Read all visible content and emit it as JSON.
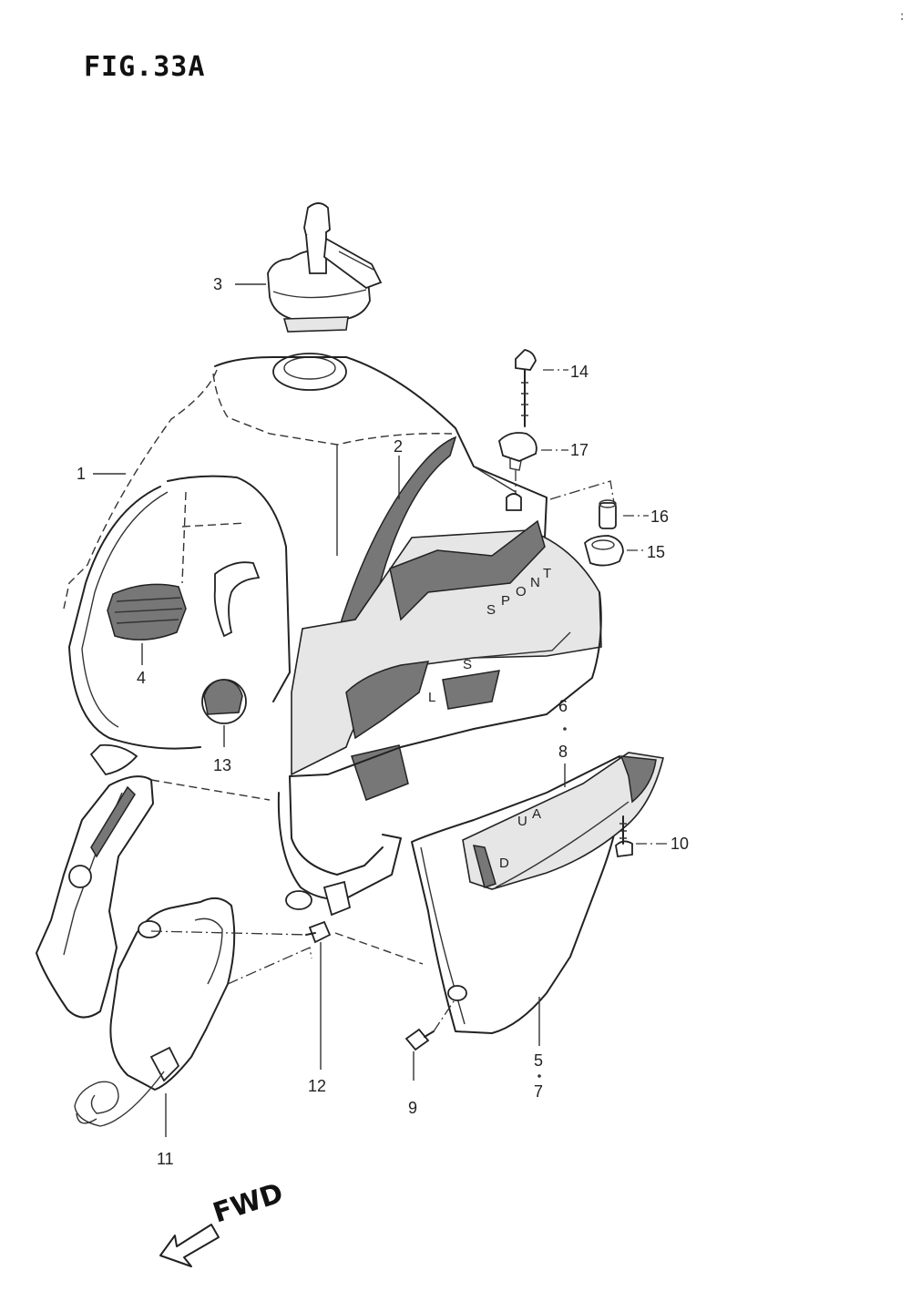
{
  "figure": {
    "title": "FIG.33A",
    "corner_mark": ":"
  },
  "callouts": [
    {
      "id": "1",
      "label": "1"
    },
    {
      "id": "2",
      "label": "2"
    },
    {
      "id": "3",
      "label": "3"
    },
    {
      "id": "4",
      "label": "4"
    },
    {
      "id": "5",
      "label": "5"
    },
    {
      "id": "6",
      "label": "6"
    },
    {
      "id": "7",
      "label": "7"
    },
    {
      "id": "8",
      "label": "8"
    },
    {
      "id": "9",
      "label": "9"
    },
    {
      "id": "10",
      "label": "10"
    },
    {
      "id": "11",
      "label": "11"
    },
    {
      "id": "12",
      "label": "12"
    },
    {
      "id": "13",
      "label": "13"
    },
    {
      "id": "14",
      "label": "14"
    },
    {
      "id": "15",
      "label": "15"
    },
    {
      "id": "16",
      "label": "16"
    },
    {
      "id": "17",
      "label": "17"
    }
  ],
  "decals": {
    "tank_sport": [
      "S",
      "P",
      "O",
      "N",
      "T"
    ],
    "tank_s": "S",
    "tank_l": "L",
    "cover_text": [
      "D",
      "U",
      "A"
    ]
  },
  "direction": {
    "label": "FWD"
  }
}
